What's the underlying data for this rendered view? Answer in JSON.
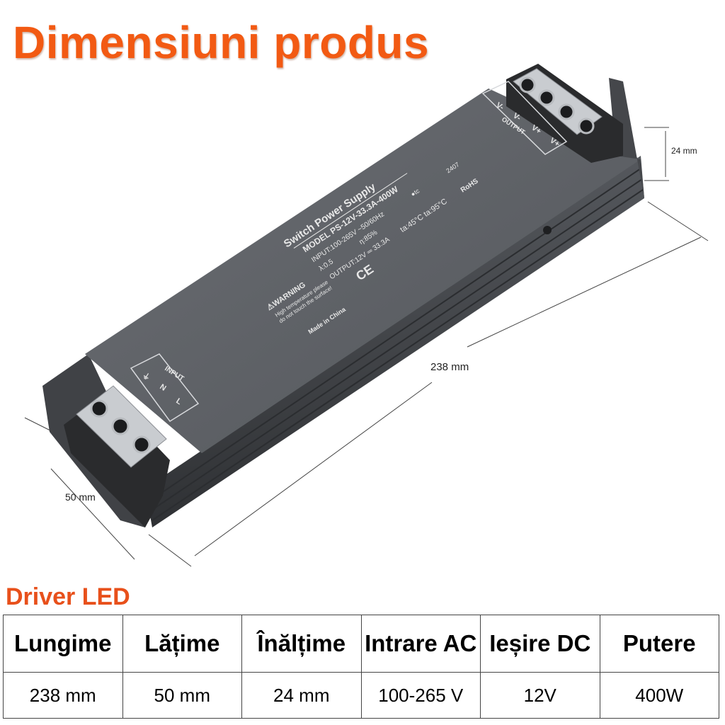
{
  "header": {
    "title": "Dimensiuni produs"
  },
  "product": {
    "label_title": "Switch Power Supply",
    "label_model": "MODEL PS-12V-33.3A-400W",
    "label_input": "INPUT:100-265V ~50/60Hz",
    "label_eff": "η:85%",
    "label_tc": "●tc",
    "label_code": "2407",
    "label_lambda": "λ:0.5",
    "label_output": "OUTPUT:12V ═ 33.3A",
    "label_temp": "ta:45°C ta:95°C",
    "label_rohs": "RoHS",
    "label_ce": "CE",
    "label_warning": "⚠WARNING",
    "label_warning_text1": "High temperature please",
    "label_warning_text2": "do not touch the surface!",
    "label_made": "Made in China",
    "terminal_input": "INPUT",
    "terminal_input_pins": [
      "⏚",
      "N",
      "L"
    ],
    "terminal_output": "OUTPUT",
    "terminal_output_pins": [
      "V-",
      "V-",
      "V+",
      "V+"
    ]
  },
  "dimensions": {
    "length": "238 mm",
    "width": "50 mm",
    "height": "24 mm"
  },
  "section": {
    "title": "Driver LED"
  },
  "table": {
    "headers": [
      "Lungime",
      "Lățime",
      "Înălțime",
      "Intrare AC",
      "Ieșire DC",
      "Putere"
    ],
    "values": [
      "238 mm",
      "50 mm",
      "24 mm",
      "100-265 V",
      "12V",
      "400W"
    ]
  },
  "colors": {
    "accent": "#f25a13",
    "housing": "#5b5e63",
    "housing_dark": "#3a3c40"
  }
}
